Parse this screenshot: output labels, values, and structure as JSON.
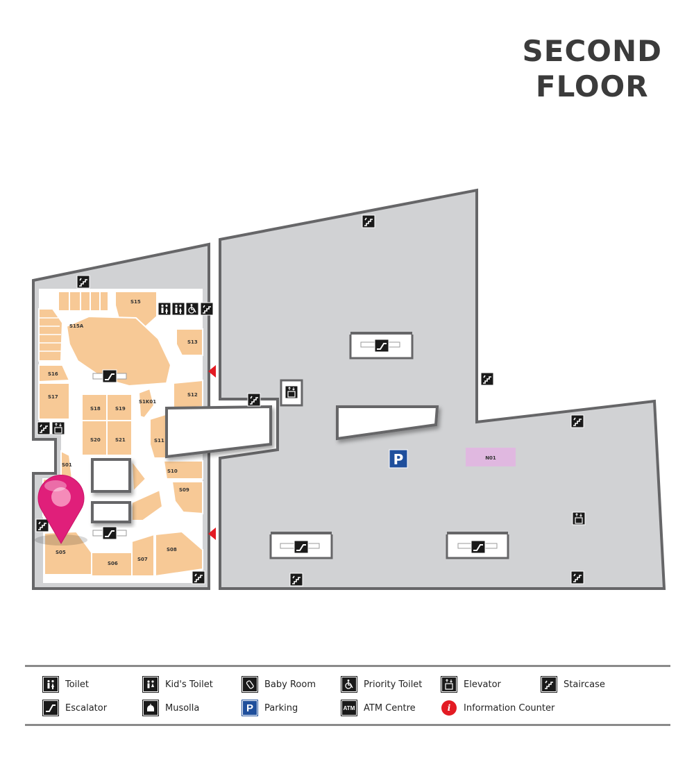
{
  "title": {
    "line1": "SECOND",
    "line2": "FLOOR"
  },
  "colors": {
    "floor": "#d1d2d4",
    "wall": "#666668",
    "shop": "#f7c996",
    "shop_border": "#ffffff",
    "highlight": "#e0b8e0",
    "icon_dark": "#1a1a1a",
    "parking_blue": "#1f4f9c",
    "entrance_red": "#e31b23",
    "pin": "#e01f7a"
  },
  "units": {
    "s15": "S15",
    "s15a": "S15A",
    "s13": "S13",
    "s16": "S16",
    "s17": "S17",
    "s18": "S18",
    "s19": "S19",
    "s1k01": "S1K01",
    "s12": "S12",
    "s20": "S20",
    "s21": "S21",
    "s11": "S11",
    "s01": "S01",
    "s10": "S10",
    "s09": "S09",
    "s05": "S05",
    "s06": "S06",
    "s07": "S07",
    "s08": "S08",
    "n01": "N01"
  },
  "parking_letter": "P",
  "legend": {
    "toilet": {
      "label": "Toilet",
      "icon": "toilet-icon"
    },
    "kids_toilet": {
      "label": "Kid's Toilet",
      "icon": "kids-toilet-icon"
    },
    "baby_room": {
      "label": "Baby Room",
      "icon": "baby-bottle-icon"
    },
    "priority_toilet": {
      "label": "Priority Toilet",
      "icon": "wheelchair-icon"
    },
    "elevator": {
      "label": "Elevator",
      "icon": "elevator-icon"
    },
    "staircase": {
      "label": "Staircase",
      "icon": "staircase-icon"
    },
    "escalator": {
      "label": "Escalator",
      "icon": "escalator-icon"
    },
    "musolla": {
      "label": "Musolla",
      "icon": "mosque-icon"
    },
    "parking": {
      "label": "Parking",
      "icon": "parking-icon",
      "glyph": "P"
    },
    "atm": {
      "label": "ATM Centre",
      "icon": "atm-icon",
      "glyph": "ATM"
    },
    "info": {
      "label": "Information Counter",
      "icon": "info-icon",
      "glyph": "i"
    }
  }
}
